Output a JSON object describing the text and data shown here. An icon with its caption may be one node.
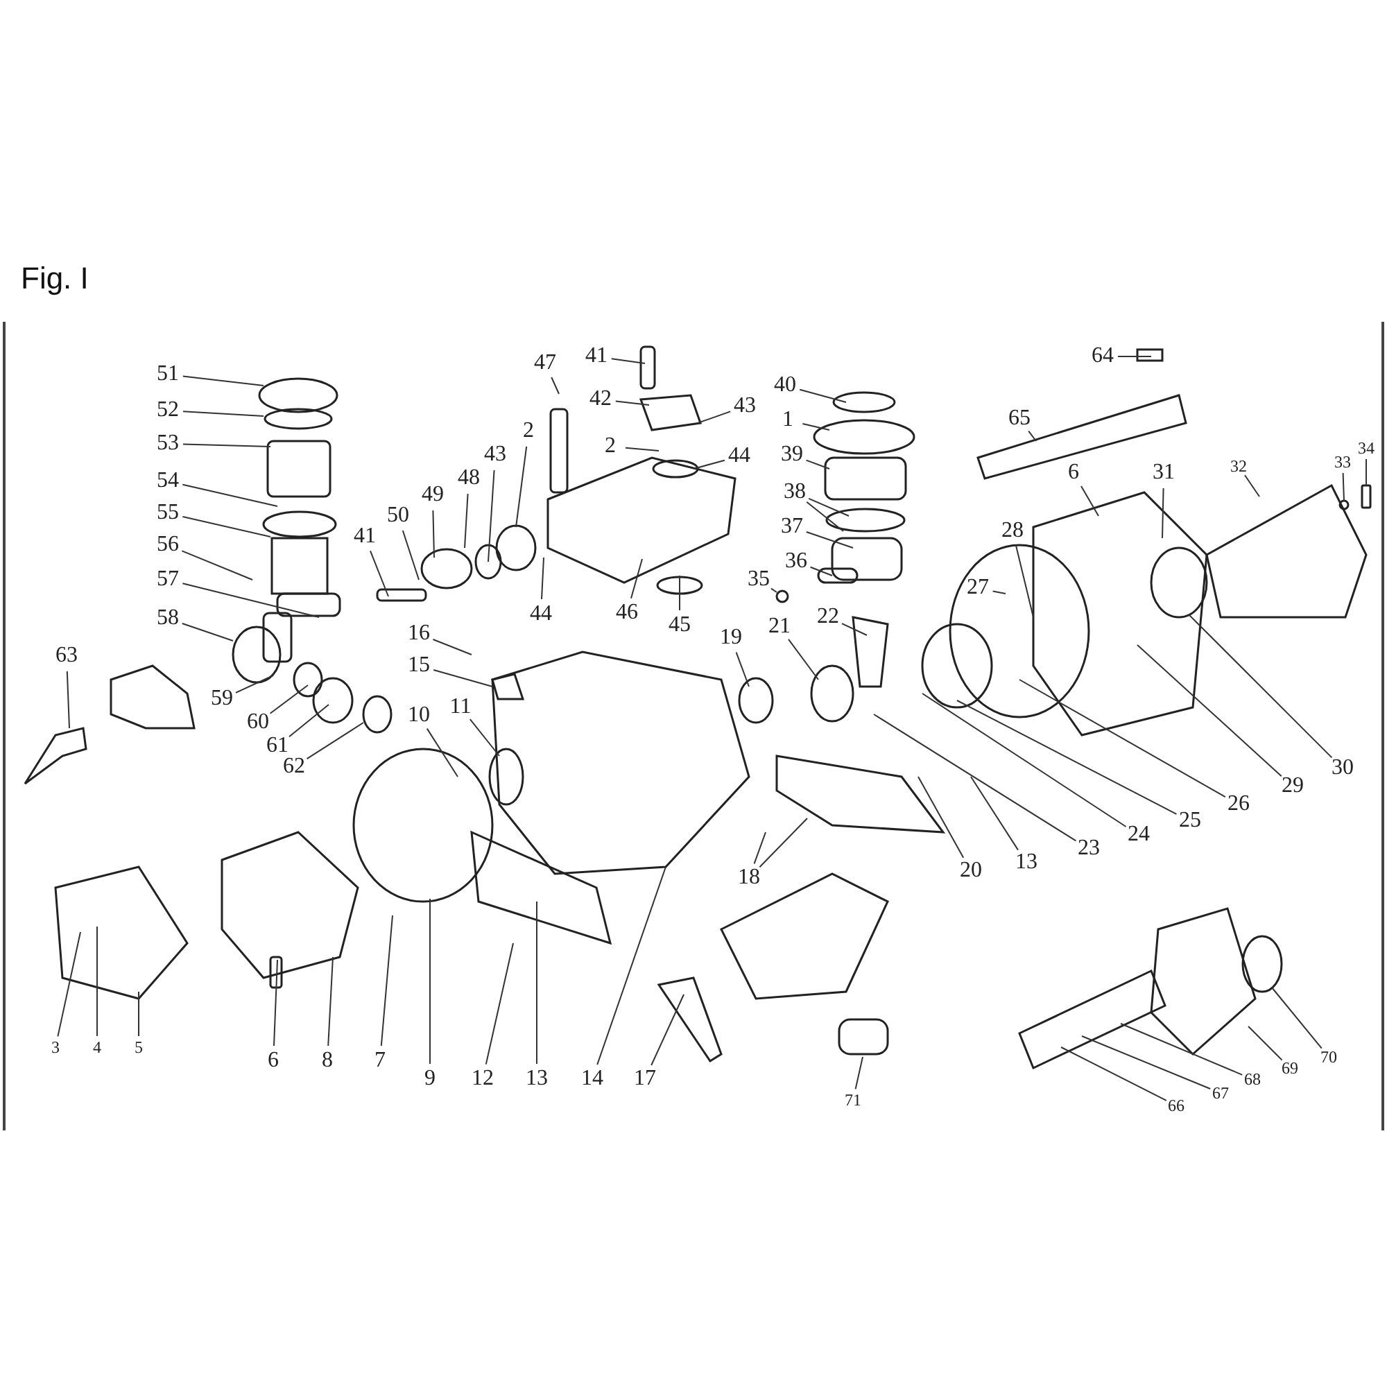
{
  "diagram": {
    "title": "Fig. I",
    "nodes": [
      {
        "text": [
          "51"
        ]
      },
      {
        "text": [
          "52"
        ]
      },
      {
        "text": [
          "53"
        ]
      },
      {
        "text": [
          "54"
        ]
      },
      {
        "text": [
          "55"
        ]
      },
      {
        "text": [
          "56"
        ]
      },
      {
        "text": [
          "57"
        ]
      },
      {
        "text": [
          "58"
        ]
      },
      {
        "text": [
          "63"
        ]
      },
      {
        "text": [
          "59"
        ]
      },
      {
        "text": [
          "60"
        ]
      },
      {
        "text": [
          "61"
        ]
      },
      {
        "text": [
          "62"
        ]
      },
      {
        "text": [
          "41"
        ]
      },
      {
        "text": [
          "50"
        ]
      },
      {
        "text": [
          "49"
        ]
      },
      {
        "text": [
          "48"
        ]
      },
      {
        "text": [
          "43"
        ]
      },
      {
        "text": [
          "2"
        ]
      },
      {
        "text": [
          "47"
        ]
      },
      {
        "text": [
          "44"
        ]
      },
      {
        "text": [
          "41"
        ]
      },
      {
        "text": [
          "42"
        ]
      },
      {
        "text": [
          "2"
        ]
      },
      {
        "text": [
          "43"
        ]
      },
      {
        "text": [
          "44"
        ]
      },
      {
        "text": [
          "46"
        ]
      },
      {
        "text": [
          "45"
        ]
      },
      {
        "text": [
          "40"
        ]
      },
      {
        "text": [
          "1"
        ]
      },
      {
        "text": [
          "39"
        ]
      },
      {
        "text": [
          "38"
        ]
      },
      {
        "text": [
          "37"
        ]
      },
      {
        "text": [
          "36"
        ]
      },
      {
        "text": [
          "35"
        ]
      },
      {
        "text": [
          "64"
        ]
      },
      {
        "text": [
          "65"
        ]
      },
      {
        "text": [
          "6"
        ]
      },
      {
        "text": [
          "31"
        ]
      },
      {
        "text": [
          "32"
        ]
      },
      {
        "text": [
          "33"
        ]
      },
      {
        "text": [
          "34"
        ]
      },
      {
        "text": [
          "28"
        ]
      },
      {
        "text": [
          "27"
        ]
      },
      {
        "text": [
          "22"
        ]
      },
      {
        "text": [
          "16"
        ]
      },
      {
        "text": [
          "15"
        ]
      },
      {
        "text": [
          "19"
        ]
      },
      {
        "text": [
          "21"
        ]
      },
      {
        "text": [
          "10"
        ]
      },
      {
        "text": [
          "11"
        ]
      },
      {
        "text": [
          "18"
        ]
      },
      {
        "text": [
          "20"
        ]
      },
      {
        "text": [
          "13"
        ]
      },
      {
        "text": [
          "23"
        ]
      },
      {
        "text": [
          "24"
        ]
      },
      {
        "text": [
          "25"
        ]
      },
      {
        "text": [
          "26"
        ]
      },
      {
        "text": [
          "29"
        ]
      },
      {
        "text": [
          "30"
        ]
      },
      {
        "text": [
          "3"
        ]
      },
      {
        "text": [
          "4"
        ]
      },
      {
        "text": [
          "5"
        ]
      },
      {
        "text": [
          "6"
        ]
      },
      {
        "text": [
          "8"
        ]
      },
      {
        "text": [
          "7"
        ]
      },
      {
        "text": [
          "9"
        ]
      },
      {
        "text": [
          "12"
        ]
      },
      {
        "text": [
          "13"
        ]
      },
      {
        "text": [
          "14"
        ]
      },
      {
        "text": [
          "17"
        ]
      },
      {
        "text": [
          "71"
        ]
      },
      {
        "text": [
          "66"
        ]
      },
      {
        "text": [
          "67"
        ]
      },
      {
        "text": [
          "68"
        ]
      },
      {
        "text": [
          "69"
        ]
      },
      {
        "text": [
          "70"
        ]
      },
      {
        "text": [],
        "shape": "circle"
      },
      {
        "text": [],
        "shape": "circle"
      },
      {
        "text": [],
        "shape": "bar"
      },
      {
        "text": [],
        "shape": "picture"
      },
      {
        "text": [],
        "shape": "circle"
      }
    ],
    "edges": [
      {
        "from": 0,
        "to": null,
        "arrow": "none"
      },
      {
        "from": 1,
        "to": null,
        "arrow": "none"
      },
      {
        "from": 2,
        "to": null,
        "arrow": "none"
      },
      {
        "from": 3,
        "to": null,
        "arrow": "none"
      },
      {
        "from": 4,
        "to": null,
        "arrow": "none"
      },
      {
        "from": 5,
        "to": null,
        "arrow": "none"
      },
      {
        "from": 6,
        "to": null,
        "arrow": "none"
      },
      {
        "from": 7,
        "to": null,
        "arrow": "none"
      },
      {
        "from": 8,
        "to": null,
        "arrow": "none"
      },
      {
        "from": 9,
        "to": null,
        "arrow": "none"
      },
      {
        "from": 10,
        "to": null,
        "arrow": "none"
      },
      {
        "from": 11,
        "to": null,
        "arrow": "none"
      },
      {
        "from": 12,
        "to": 77,
        "arrow": "none"
      },
      {
        "from": 13,
        "to": null,
        "arrow": "none"
      },
      {
        "from": 14,
        "to": null,
        "arrow": "none"
      },
      {
        "from": 15,
        "to": null,
        "arrow": "none"
      },
      {
        "from": 16,
        "to": null,
        "arrow": "none"
      },
      {
        "from": 17,
        "to": null,
        "arrow": "none"
      },
      {
        "from": 18,
        "to": null,
        "arrow": "none"
      },
      {
        "from": 19,
        "to": null,
        "arrow": "none"
      },
      {
        "from": 20,
        "to": null,
        "arrow": "none"
      },
      {
        "from": 21,
        "to": null,
        "arrow": "none"
      },
      {
        "from": 22,
        "to": null,
        "arrow": "none"
      },
      {
        "from": 23,
        "to": null,
        "arrow": "none"
      },
      {
        "from": 24,
        "to": null,
        "arrow": "none"
      },
      {
        "from": 25,
        "to": null,
        "arrow": "none"
      },
      {
        "from": 26,
        "to": null,
        "arrow": "none"
      },
      {
        "from": 27,
        "to": null,
        "arrow": "none"
      },
      {
        "from": 28,
        "to": null,
        "arrow": "none"
      },
      {
        "from": 29,
        "to": null,
        "arrow": "none"
      },
      {
        "from": 30,
        "to": null,
        "arrow": "none"
      },
      {
        "from": 31,
        "to": null,
        "arrow": "none"
      },
      {
        "from": 31,
        "to": null,
        "arrow": "none"
      },
      {
        "from": 32,
        "to": null,
        "arrow": "none"
      },
      {
        "from": 33,
        "to": null,
        "arrow": "none"
      },
      {
        "from": 34,
        "to": 78,
        "arrow": "none"
      },
      {
        "from": 35,
        "to": null,
        "arrow": "none"
      },
      {
        "from": 36,
        "to": null,
        "arrow": "none"
      },
      {
        "from": 37,
        "to": null,
        "arrow": "none"
      },
      {
        "from": 38,
        "to": null,
        "arrow": "none"
      },
      {
        "from": 39,
        "to": null,
        "arrow": "none"
      },
      {
        "from": 40,
        "to": 81,
        "arrow": "none"
      },
      {
        "from": 41,
        "to": 79,
        "arrow": "none"
      },
      {
        "from": 42,
        "to": null,
        "arrow": "none"
      },
      {
        "from": 43,
        "to": null,
        "arrow": "none"
      },
      {
        "from": 44,
        "to": null,
        "arrow": "none"
      },
      {
        "from": 45,
        "to": null,
        "arrow": "none"
      },
      {
        "from": 46,
        "to": 80,
        "arrow": "none"
      },
      {
        "from": 47,
        "to": null,
        "arrow": "none"
      },
      {
        "from": 48,
        "to": null,
        "arrow": "none"
      },
      {
        "from": 49,
        "to": null,
        "arrow": "none"
      },
      {
        "from": 50,
        "to": null,
        "arrow": "none"
      },
      {
        "from": 51,
        "to": null,
        "arrow": "none"
      },
      {
        "from": 51,
        "to": null,
        "arrow": "none"
      },
      {
        "from": 52,
        "to": null,
        "arrow": "none"
      },
      {
        "from": 53,
        "to": null,
        "arrow": "none"
      },
      {
        "from": 54,
        "to": null,
        "arrow": "none"
      },
      {
        "from": 55,
        "to": null,
        "arrow": "none"
      },
      {
        "from": 56,
        "to": null,
        "arrow": "none"
      },
      {
        "from": 57,
        "to": null,
        "arrow": "none"
      },
      {
        "from": 58,
        "to": null,
        "arrow": "none"
      },
      {
        "from": 59,
        "to": null,
        "arrow": "none"
      },
      {
        "from": 60,
        "to": null,
        "arrow": "none"
      },
      {
        "from": 61,
        "to": null,
        "arrow": "none"
      },
      {
        "from": 62,
        "to": null,
        "arrow": "none"
      },
      {
        "from": 63,
        "to": null,
        "arrow": "none"
      },
      {
        "from": 64,
        "to": null,
        "arrow": "none"
      },
      {
        "from": 65,
        "to": null,
        "arrow": "none"
      },
      {
        "from": 66,
        "to": null,
        "arrow": "none"
      },
      {
        "from": 67,
        "to": null,
        "arrow": "none"
      },
      {
        "from": 68,
        "to": null,
        "arrow": "none"
      },
      {
        "from": 69,
        "to": null,
        "arrow": "none"
      },
      {
        "from": 70,
        "to": null,
        "arrow": "none"
      },
      {
        "from": 71,
        "to": null,
        "arrow": "none"
      },
      {
        "from": 72,
        "to": null,
        "arrow": "none"
      },
      {
        "from": 73,
        "to": null,
        "arrow": "none"
      },
      {
        "from": 74,
        "to": null,
        "arrow": "none"
      },
      {
        "from": 75,
        "to": null,
        "arrow": "none"
      },
      {
        "from": 76,
        "to": null,
        "arrow": "none"
      }
    ]
  }
}
